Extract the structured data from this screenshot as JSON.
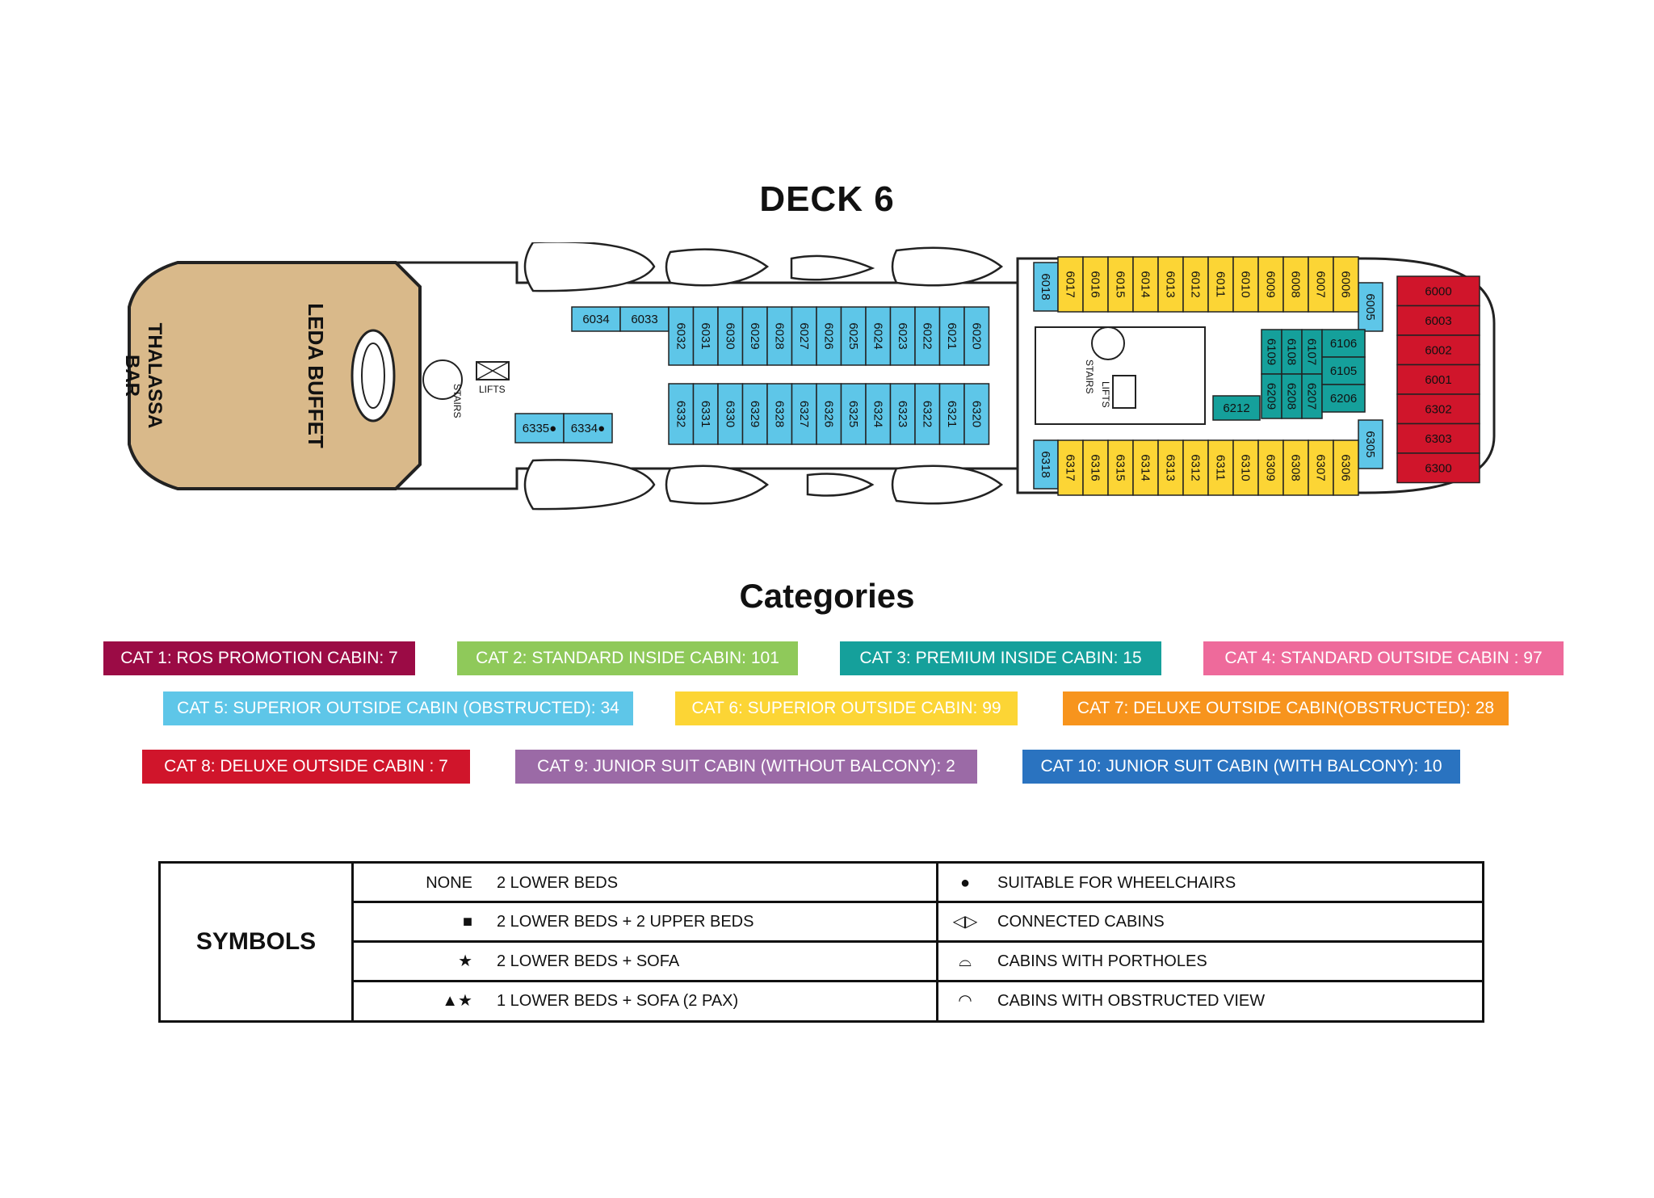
{
  "deck_title": "DECK 6",
  "categories_title": "Categories",
  "areas": {
    "buffet": "LEDA BUFFET",
    "bar_line1": "THALASSA",
    "bar_line2": "BAR",
    "stairs": "STAIRS",
    "lifts": "LIFTS"
  },
  "categories": [
    {
      "label": "CAT 1: ROS PROMOTION CABIN: 7",
      "color": "#9b0b45"
    },
    {
      "label": "CAT 2: STANDARD INSIDE CABIN: 101",
      "color": "#8fc95a"
    },
    {
      "label": "CAT 3: PREMIUM INSIDE CABIN: 15",
      "color": "#15a09b"
    },
    {
      "label": "CAT 4: STANDARD OUTSIDE CABIN : 97",
      "color": "#ee6a9b"
    },
    {
      "label": "CAT 5: SUPERIOR OUTSIDE CABIN (OBSTRUCTED): 34",
      "color": "#5ec6e8"
    },
    {
      "label": "CAT 6: SUPERIOR OUTSIDE CABIN: 99",
      "color": "#fcd535"
    },
    {
      "label": "CAT 7: DELUXE OUTSIDE CABIN(OBSTRUCTED): 28",
      "color": "#f7941d"
    },
    {
      "label": "CAT 8: DELUXE OUTSIDE CABIN : 7",
      "color": "#d0152b"
    },
    {
      "label": "CAT 9: JUNIOR SUIT CABIN (WITHOUT BALCONY): 2",
      "color": "#9b6aa6"
    },
    {
      "label": "CAT 10: JUNIOR SUIT CABIN (WITH BALCONY): 10",
      "color": "#2a73c0"
    }
  ],
  "cabins": {
    "cat5_upper_top": [
      "6034",
      "6033"
    ],
    "cat5_upper": [
      "6032",
      "6031",
      "6030",
      "6029",
      "6028",
      "6027",
      "6026",
      "6025",
      "6024",
      "6023",
      "6022",
      "6021",
      "6020"
    ],
    "cat5_lower": [
      "6332",
      "6331",
      "6330",
      "6329",
      "6328",
      "6327",
      "6326",
      "6325",
      "6324",
      "6323",
      "6322",
      "6321",
      "6320"
    ],
    "cat5_lower_wheel": [
      "6335",
      "6334"
    ],
    "cat5_ends": [
      "6018",
      "6005",
      "6318",
      "6305"
    ],
    "cat6_upper": [
      "6017",
      "6016",
      "6015",
      "6014",
      "6013",
      "6012",
      "6011",
      "6010",
      "6009",
      "6008",
      "6007",
      "6006"
    ],
    "cat6_lower": [
      "6317",
      "6316",
      "6315",
      "6314",
      "6313",
      "6312",
      "6311",
      "6310",
      "6309",
      "6308",
      "6307",
      "6306"
    ],
    "cat3_vertical": [
      "6109",
      "6108",
      "6107",
      "6209",
      "6208",
      "6207"
    ],
    "cat3_side": [
      "6106",
      "6105",
      "6206",
      "6212"
    ],
    "cat8": [
      "6000",
      "6003",
      "6002",
      "6001",
      "6302",
      "6303",
      "6300"
    ]
  },
  "symbols": {
    "heading": "SYMBOLS",
    "rows": [
      {
        "mark": "NONE",
        "desc": "2 LOWER BEDS",
        "mark2": "●",
        "desc2": "SUITABLE FOR WHEELCHAIRS"
      },
      {
        "mark": "■",
        "desc": "2 LOWER BEDS + 2 UPPER BEDS",
        "mark2": "◁▷",
        "desc2": "CONNECTED CABINS"
      },
      {
        "mark": "★",
        "desc": "2 LOWER BEDS + SOFA",
        "mark2": "⌓",
        "desc2": "CABINS WITH PORTHOLES"
      },
      {
        "mark": "▲★",
        "desc": "1 LOWER BEDS + SOFA (2 PAX)",
        "mark2": "◠",
        "desc2": "CABINS WITH OBSTRUCTED VIEW"
      }
    ]
  },
  "colors": {
    "cat5": "#5ec6e8",
    "cat6": "#fcd535",
    "cat3": "#15a09b",
    "cat8": "#d0152b",
    "buffet": "#d9b98a",
    "outline": "#222222"
  }
}
